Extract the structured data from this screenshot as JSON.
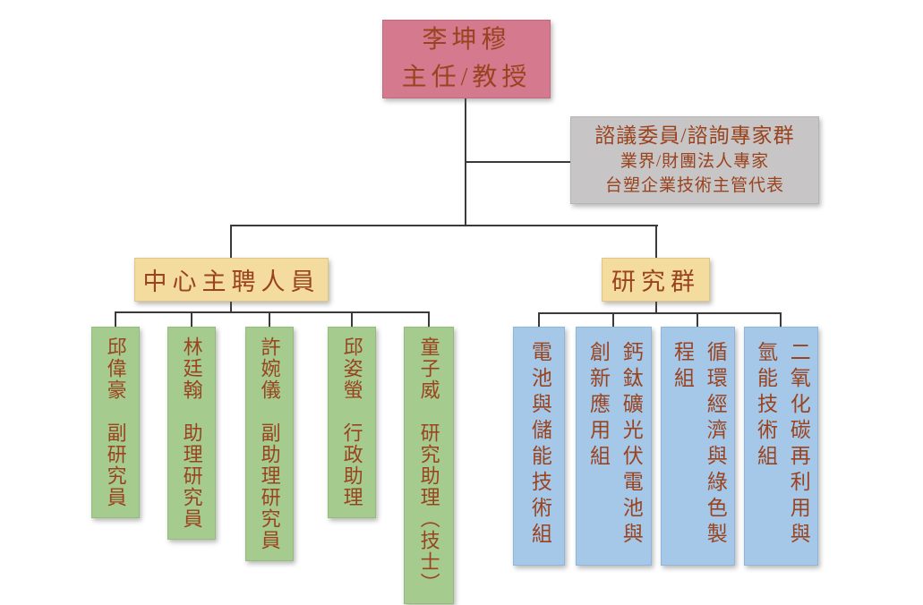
{
  "palette": {
    "pink": "#d5798e",
    "pink-border": "#c06a80",
    "gray": "#c7c5c5",
    "gray-border": "#b5b3b3",
    "yellow": "#f3dc9d",
    "yellow-border": "#e0c684",
    "green": "#a6cb8f",
    "green-border": "#93bb7c",
    "blue": "#a6c8e8",
    "blue-border": "#8fb5da",
    "ink": "#9a431f",
    "line": "#3a3a3a"
  },
  "director": {
    "name": "李坤穆",
    "title": "主任/教授"
  },
  "advisory": {
    "title": "諮議委員/諮詢專家群",
    "line2": "業界/財團法人專家",
    "line3": "台塑企業技術主管代表"
  },
  "staff_group": {
    "label": "中心主聘人員"
  },
  "research_group": {
    "label": "研究群"
  },
  "staff": [
    {
      "text": "邱偉豪　副研究員"
    },
    {
      "text": "林廷翰　助理研究員"
    },
    {
      "text": "許婉儀　副助理研究員"
    },
    {
      "text": "邱姿螢　行政助理"
    },
    {
      "text": "童子威　研究助理（技士）"
    }
  ],
  "research_teams": [
    {
      "text": "電池與儲能技術組"
    },
    {
      "text": "鈣鈦礦光伏電池與\n創新應用組"
    },
    {
      "text": "循環經濟與綠色製\n程組"
    },
    {
      "text": "二氧化碳再利用與\n氫能技術組"
    }
  ]
}
